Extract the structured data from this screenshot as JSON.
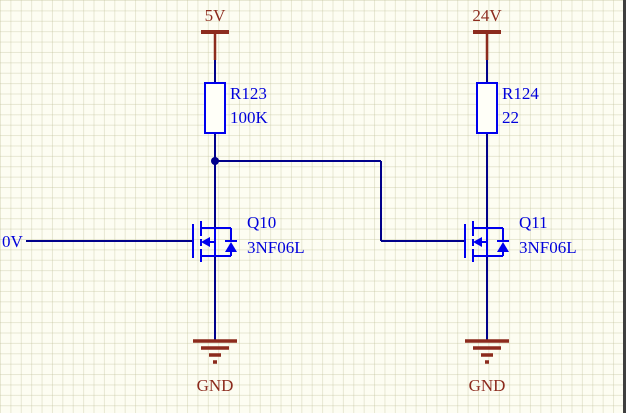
{
  "schematic": {
    "power": {
      "rail5v": "5V",
      "rail24v": "24V"
    },
    "ground": {
      "left": "GND",
      "right": "GND"
    },
    "nets": {
      "input": "0V"
    },
    "components": {
      "r123": {
        "designator": "R123",
        "value": "100K"
      },
      "r124": {
        "designator": "R124",
        "value": "22"
      },
      "q10": {
        "designator": "Q10",
        "value": "3NF06L"
      },
      "q11": {
        "designator": "Q11",
        "value": "3NF06L"
      }
    },
    "colors": {
      "component": "#0000EE",
      "component_text": "#0000DC",
      "wire": "#00008B",
      "power": "#8C2B1D",
      "background": "#FDFDF2",
      "grid": "#E3E3CC"
    }
  }
}
